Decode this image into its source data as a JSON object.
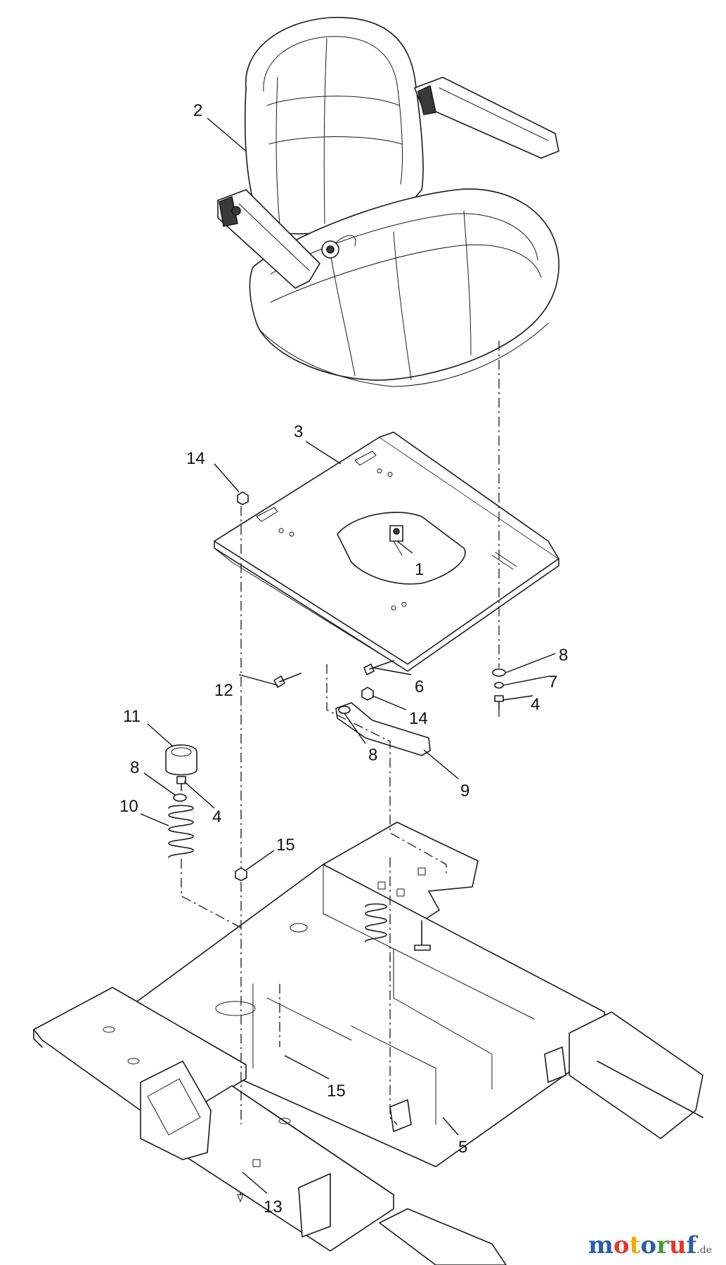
{
  "callouts": [
    {
      "id": "c1",
      "label": "1"
    },
    {
      "id": "c2",
      "label": "2"
    },
    {
      "id": "c3",
      "label": "3"
    },
    {
      "id": "c4a",
      "label": "4"
    },
    {
      "id": "c4b",
      "label": "4"
    },
    {
      "id": "c5",
      "label": "5"
    },
    {
      "id": "c6",
      "label": "6"
    },
    {
      "id": "c7",
      "label": "7"
    },
    {
      "id": "c8a",
      "label": "8"
    },
    {
      "id": "c8b",
      "label": "8"
    },
    {
      "id": "c8c",
      "label": "8"
    },
    {
      "id": "c9",
      "label": "9"
    },
    {
      "id": "c10",
      "label": "10"
    },
    {
      "id": "c11",
      "label": "11"
    },
    {
      "id": "c12",
      "label": "12"
    },
    {
      "id": "c13",
      "label": "13"
    },
    {
      "id": "c14a",
      "label": "14"
    },
    {
      "id": "c14b",
      "label": "14"
    },
    {
      "id": "c15a",
      "label": "15"
    },
    {
      "id": "c15b",
      "label": "15"
    }
  ],
  "watermark": {
    "letters": [
      "m",
      "o",
      "t",
      "o",
      "r",
      "u",
      "f"
    ],
    "letter_colors": [
      "#2b5da8",
      "#e2382b",
      "#f2a900",
      "#2b5da8",
      "#3f9e3a",
      "#e2382b",
      "#2b5da8"
    ],
    "tld": ".de",
    "tld_color": "#555555"
  }
}
